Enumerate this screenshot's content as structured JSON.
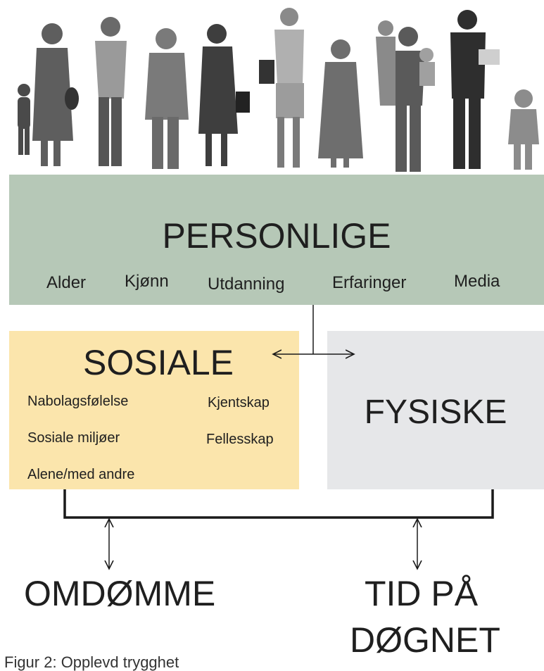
{
  "colors": {
    "personal_bg": "#b6c8b7",
    "social_bg": "#fbe5ac",
    "physical_bg": "#e6e7e9",
    "line": "#1a1a1a"
  },
  "personal": {
    "title": "PERSONLIGE",
    "factors": [
      "Alder",
      "Kjønn",
      "Utdanning",
      "Erfaringer",
      "Media"
    ]
  },
  "social": {
    "title": "SOSIALE",
    "factors": [
      "Nabolagsfølelse",
      "Kjentskap",
      "Sosiale miljøer",
      "Fellesskap",
      "Alene/med andre"
    ]
  },
  "physical": {
    "title": "FYSISKE"
  },
  "outcomes": {
    "reputation": "OMDØMME",
    "time_of_day_line1": "TID PÅ",
    "time_of_day_line2": "DØGNET"
  },
  "caption": "Figur 2: Opplevd trygghet"
}
